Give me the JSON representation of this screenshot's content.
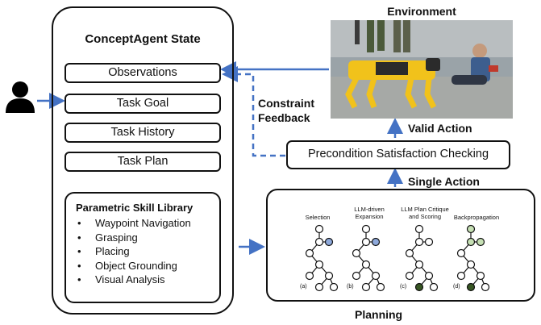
{
  "state": {
    "title": "ConceptAgent State",
    "items": [
      "Observations",
      "Task Goal",
      "Task History",
      "Task Plan"
    ],
    "skill_library": {
      "title": "Parametric Skill Library",
      "skills": [
        "Waypoint Navigation",
        "Grasping",
        "Placing",
        "Object Grounding",
        "Visual Analysis"
      ]
    }
  },
  "environment": {
    "title": "Environment"
  },
  "flow": {
    "constraint_feedback_line1": "Constraint",
    "constraint_feedback_line2": "Feedback",
    "valid_action": "Valid Action",
    "precondition_check": "Precondition Satisfaction Checking",
    "single_action": "Single Action",
    "planning": "Planning"
  },
  "mcts_steps": [
    {
      "label": "Selection",
      "tag": "(a)"
    },
    {
      "label": "LLM-driven\nExpansion",
      "tag": "(b)"
    },
    {
      "label": "LLM Plan Critique\nand Scoring",
      "tag": "(c)"
    },
    {
      "label": "Backpropagation",
      "tag": "(d)"
    }
  ],
  "colors": {
    "arrow": "#4472c4",
    "node_blue": "#8ea9db",
    "node_dark_green": "#375623",
    "node_light_green": "#c6e0b4"
  },
  "icons": {
    "user": "person-icon"
  }
}
